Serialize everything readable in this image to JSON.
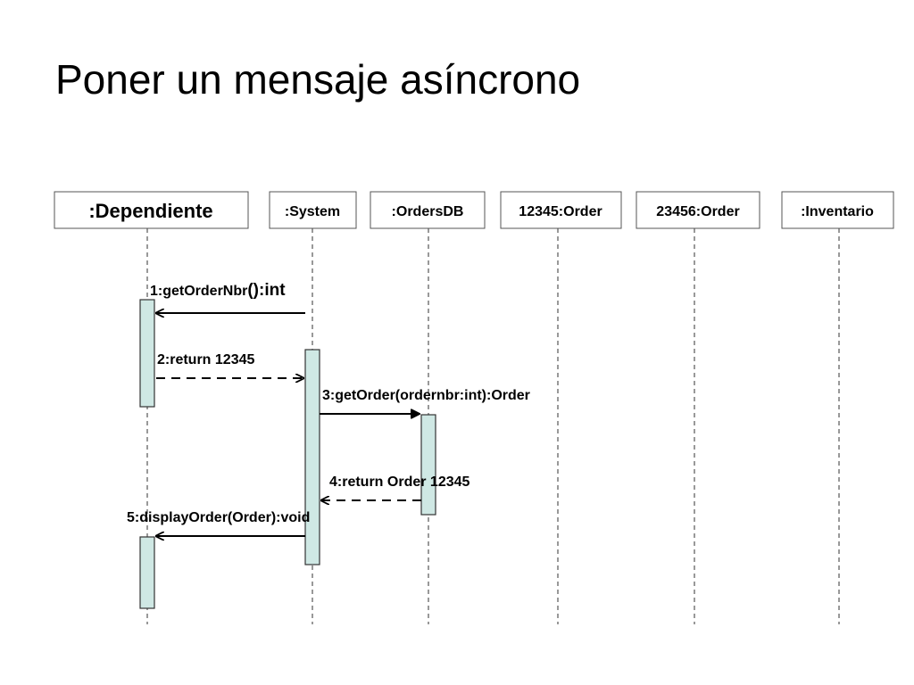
{
  "title": "Poner un mensaje asíncrono",
  "objects": [
    {
      "id": "dependiente",
      "label": ":Dependiente"
    },
    {
      "id": "system",
      "label": ":System"
    },
    {
      "id": "ordersdb",
      "label": ":OrdersDB"
    },
    {
      "id": "order12345",
      "label": "12345:Order"
    },
    {
      "id": "order23456",
      "label": "23456:Order"
    },
    {
      "id": "inventario",
      "label": ":Inventario"
    }
  ],
  "messages": [
    {
      "label_main": "1:getOrderNbr",
      "label_tail": "():int",
      "type": "call",
      "from": "system",
      "to": "dependiente"
    },
    {
      "label": "2:return 12345",
      "type": "return",
      "from": "dependiente",
      "to": "system"
    },
    {
      "label": "3:getOrder(ordernbr:int):Order",
      "type": "call",
      "from": "system",
      "to": "ordersdb"
    },
    {
      "label": "4:return Order 12345",
      "type": "return",
      "from": "ordersdb",
      "to": "system"
    },
    {
      "label": "5:displayOrder(Order):void",
      "type": "call",
      "from": "system",
      "to": "dependiente"
    }
  ],
  "colors": {
    "activation_fill": "#cfe8e4",
    "line": "#000000"
  }
}
